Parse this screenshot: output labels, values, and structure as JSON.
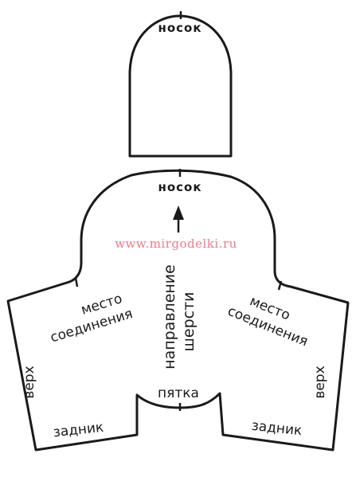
{
  "toe_piece": {
    "label": "носок"
  },
  "sole_piece": {
    "toe_label": "носок",
    "grain_label_line1": "направление",
    "grain_label_line2": "шерсти",
    "left_join_line1": "место",
    "left_join_line2": "соединения",
    "right_join_line1": "место",
    "right_join_line2": "соединения",
    "left_top_label": "верх",
    "right_top_label": "верх",
    "left_back_label": "задник",
    "right_back_label": "задник",
    "heel_label": "пятка"
  },
  "watermark": "www.mirgodelki.ru",
  "colors": {
    "ink": "#1a1a1a",
    "watermark": "#f07a8a"
  }
}
